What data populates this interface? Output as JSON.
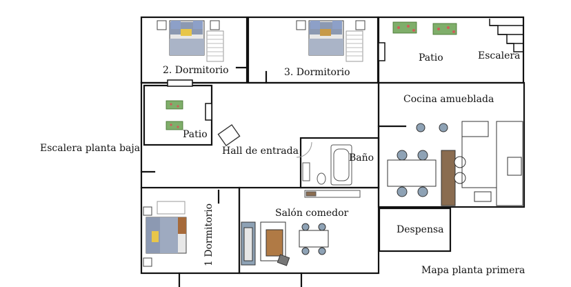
{
  "plan": {
    "caption": "Mapa planta primera",
    "side_label": "Escalera planta baja",
    "rooms": {
      "bedroom2": "2. Dormitorio",
      "bedroom3": "3. Dormitorio",
      "patio_top": "Patio",
      "stairs": "Escalera",
      "kitchen": "Cocina amueblada",
      "patio_inner": "Patio",
      "hall": "Hall de entrada",
      "bath": "Baño",
      "bedroom1": "1 Dormitorio",
      "living": "Salón comedor",
      "pantry": "Despensa"
    }
  },
  "icons": [
    "bed-icon",
    "plant-icon",
    "armchair-icon",
    "bathtub-icon",
    "toilet-icon",
    "sink-icon",
    "dining-table-icon",
    "sofa-icon",
    "stove-icon",
    "fridge-icon"
  ]
}
